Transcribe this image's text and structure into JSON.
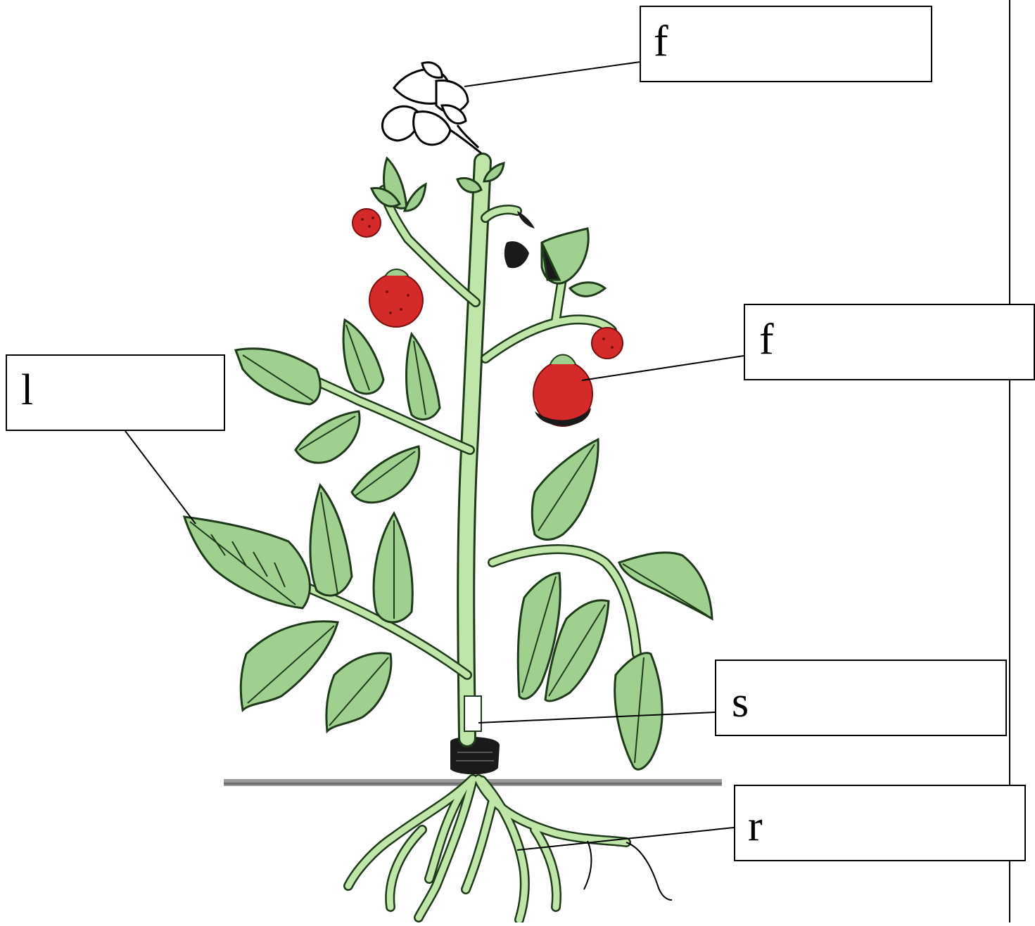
{
  "labels": {
    "flower": "f",
    "fruit": "f",
    "leaf": "l",
    "stem": "s",
    "root": "r"
  },
  "colors": {
    "leaf_fill": "#9fd08f",
    "leaf_vein": "#1f3a1a",
    "stem_fill": "#bfe6a8",
    "fruit_red": "#d42a2a",
    "fruit_dark": "#7a0f0f",
    "soil_line": "#8a8a8a",
    "collar": "#1a1a1a"
  }
}
